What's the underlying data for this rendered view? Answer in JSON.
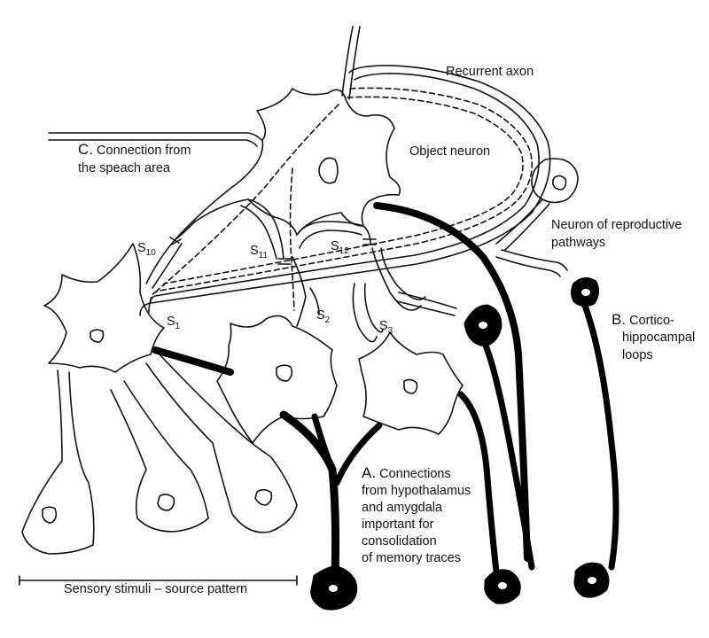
{
  "labels": {
    "recurrent_axon": "Recurrent axon",
    "object_neuron": "Object neuron",
    "c_letter": "C.",
    "c_line1": "Connection from",
    "c_line2": "the speach area",
    "neuron_repro_1": "Neuron of reproductive",
    "neuron_repro_2": "pathways",
    "b_letter": "B.",
    "b_line1": "Cortico-",
    "b_line2": "hippocampal",
    "b_line3": "loops",
    "a_letter": "A.",
    "a_line1": "Connections",
    "a_line2": "from hypothalamus",
    "a_line3": "and amygdala",
    "a_line4": "important for",
    "a_line5": "consolidation",
    "a_line6": "of memory traces",
    "sensory": "Sensory stimuli – source pattern"
  },
  "synapses": [
    {
      "id": "s10",
      "base": "S",
      "sub": "10"
    },
    {
      "id": "s11",
      "base": "S",
      "sub": "11"
    },
    {
      "id": "s12",
      "base": "S",
      "sub": "12"
    },
    {
      "id": "s1",
      "base": "S",
      "sub": "1"
    },
    {
      "id": "s2",
      "base": "S",
      "sub": "2"
    },
    {
      "id": "s3",
      "base": "S",
      "sub": "3"
    }
  ],
  "colors": {
    "line": "#111111",
    "fill_black": "#000000",
    "background": "#ffffff"
  }
}
